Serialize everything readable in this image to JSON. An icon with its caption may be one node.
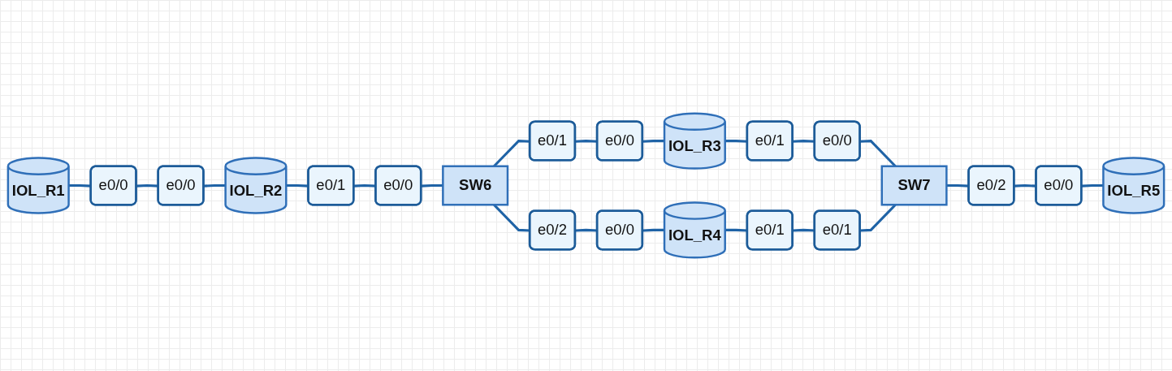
{
  "diagram": {
    "nodes": [
      {
        "text": [
          "IOL_R1"
        ]
      },
      {
        "text": [
          "IOL_R2"
        ]
      },
      {
        "text": [
          "SW6"
        ]
      },
      {
        "text": [
          "IOL_R3"
        ]
      },
      {
        "text": [
          "IOL_R4"
        ]
      },
      {
        "text": [
          "SW7"
        ]
      },
      {
        "text": [
          "IOL_R5"
        ]
      },
      {
        "text": [
          "e0/0"
        ]
      },
      {
        "text": [
          "e0/0"
        ]
      },
      {
        "text": [
          "e0/1"
        ]
      },
      {
        "text": [
          "e0/0"
        ]
      },
      {
        "text": [
          "e0/1"
        ]
      },
      {
        "text": [
          "e0/2"
        ]
      },
      {
        "text": [
          "e0/0"
        ]
      },
      {
        "text": [
          "e0/1"
        ]
      },
      {
        "text": [
          "e0/0"
        ]
      },
      {
        "text": [
          "e0/1"
        ]
      },
      {
        "text": [
          "e0/0"
        ]
      },
      {
        "text": [
          "e0/1"
        ]
      },
      {
        "text": [
          "e0/2"
        ]
      },
      {
        "text": [
          "e0/0"
        ]
      }
    ],
    "edges": [
      {
        "from": 0,
        "to": 7,
        "arrow": "none"
      },
      {
        "from": 7,
        "to": 8,
        "arrow": "none"
      },
      {
        "from": 8,
        "to": 1,
        "arrow": "none"
      },
      {
        "from": 1,
        "to": 9,
        "arrow": "none"
      },
      {
        "from": 9,
        "to": 10,
        "arrow": "none"
      },
      {
        "from": 10,
        "to": 2,
        "arrow": "none"
      },
      {
        "from": 2,
        "to": 11,
        "arrow": "none"
      },
      {
        "from": 11,
        "to": 13,
        "arrow": "none"
      },
      {
        "from": 13,
        "to": 3,
        "arrow": "none"
      },
      {
        "from": 2,
        "to": 12,
        "arrow": "none"
      },
      {
        "from": 12,
        "to": 15,
        "arrow": "none"
      },
      {
        "from": 15,
        "to": 4,
        "arrow": "none"
      },
      {
        "from": 3,
        "to": 14,
        "arrow": "none"
      },
      {
        "from": 14,
        "to": 17,
        "arrow": "none"
      },
      {
        "from": 17,
        "to": 5,
        "arrow": "none"
      },
      {
        "from": 4,
        "to": 16,
        "arrow": "none"
      },
      {
        "from": 16,
        "to": 18,
        "arrow": "none"
      },
      {
        "from": 18,
        "to": 5,
        "arrow": "none"
      },
      {
        "from": 5,
        "to": 19,
        "arrow": "none"
      },
      {
        "from": 19,
        "to": 20,
        "arrow": "none"
      },
      {
        "from": 20,
        "to": 6,
        "arrow": "none"
      }
    ]
  }
}
